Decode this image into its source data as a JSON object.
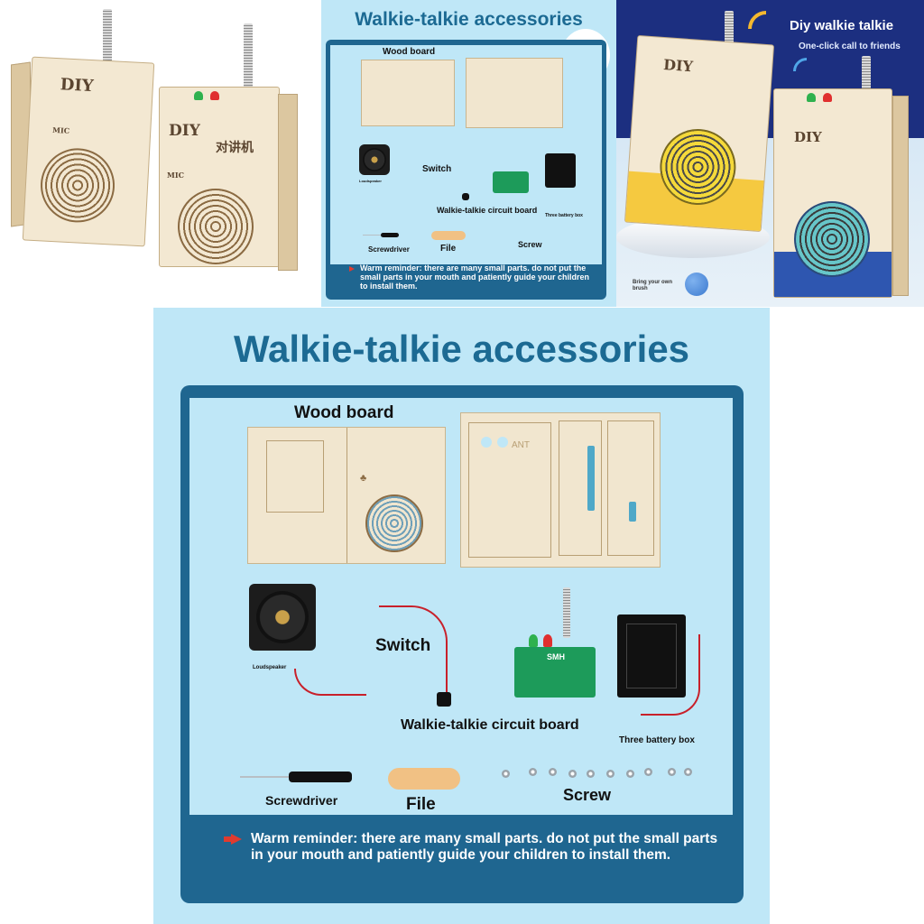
{
  "product_box": {
    "brand_text": "DIY",
    "cn_text": "对讲机",
    "mic_text": "MIC"
  },
  "accessories_small": {
    "title": "Walkie-talkie accessories",
    "wood_board": "Wood board",
    "loudspeaker": "Loudspeaker",
    "switch": "Switch",
    "circuit_board": "Walkie-talkie circuit board",
    "battery_box": "Three battery box",
    "screwdriver": "Screwdriver",
    "file": "File",
    "screw": "Screw",
    "reminder": "Warm reminder: there are many small parts. do not put the small parts in your mouth and patiently guide your children to install them."
  },
  "promo": {
    "title": "Diy walkie talkie",
    "subtitle": "One-click call to friends",
    "brush_note": "Bring your own brush"
  },
  "accessories_big": {
    "title": "Walkie-talkie accessories",
    "wood_board": "Wood board",
    "loudspeaker": "Loudspeaker",
    "switch": "Switch",
    "circuit_board": "Walkie-talkie circuit board",
    "battery_box": "Three battery box",
    "screwdriver": "Screwdriver",
    "file": "File",
    "screw": "Screw",
    "board_text_ant": "ANT",
    "pcb_text": "SMH",
    "reminder": "Warm reminder: there are many small parts. do not put the small parts in your mouth and patiently guide your children to install them."
  },
  "colors": {
    "title_blue": "#1c6a93",
    "frame_blue": "#1f6690",
    "panel_bg": "#bfe7f7",
    "arrow_red": "#e03b2f",
    "promo_navy": "#1c2f80"
  }
}
